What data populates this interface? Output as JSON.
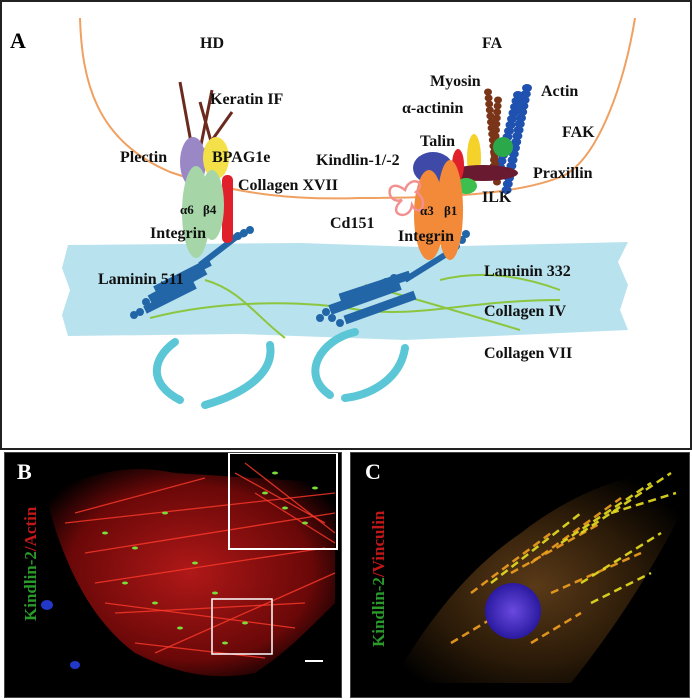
{
  "panels": {
    "a": {
      "letter": "A",
      "hd_label": "HD",
      "fa_label": "FA",
      "hd_labels": {
        "keratin": "Keratin IF",
        "plectin": "Plectin",
        "bpag1e": "BPAG1e",
        "collagen17": "Collagen XVII",
        "alpha6": "α6",
        "beta4": "β4",
        "integrin": "Integrin",
        "laminin511": "Laminin 511"
      },
      "fa_labels": {
        "myosin": "Myosin",
        "actinin": "α-actinin",
        "actin": "Actin",
        "talin": "Talin",
        "fak": "FAK",
        "kindlin": "Kindlin-1/-2",
        "praxillin": "Praxillin",
        "ilk": "ILK",
        "cd151": "Cd151",
        "alpha3": "α3",
        "beta1": "β1",
        "integrin": "Integrin"
      },
      "matrix_labels": {
        "laminin332": "Laminin 332",
        "collagen4": "Collagen IV",
        "collagen7": "Collagen VII"
      },
      "colors": {
        "membrane": "#f0a060",
        "basement": "#b8e2ee",
        "laminin": "#2266a8",
        "collagen4": "#8cc63e",
        "collagen7": "#5bc7d6",
        "plectin": "#9a88c6",
        "bpag1e": "#f4e14a",
        "integrin_hd": "#a6d6a8",
        "collagen17": "#e0202a",
        "keratin": "#6b2a1e",
        "kindlin": "#3f4aa8",
        "talin": "#e0202a",
        "integrin_fa": "#f28a3a",
        "actin": "#1f52b0",
        "myosin": "#7a3418",
        "actinin": "#f4d22a",
        "fak": "#2aa84a",
        "ilk": "#3cbf4c",
        "praxillin": "#6a1a30",
        "cd151": "#f29090"
      }
    },
    "b": {
      "letter": "B",
      "stain_green": "Kindlin-2",
      "separator": "/",
      "stain_red": "Actin"
    },
    "c": {
      "letter": "C",
      "stain_green": "Kindlin-2",
      "separator": "/",
      "stain_red": "Vinculin"
    }
  }
}
